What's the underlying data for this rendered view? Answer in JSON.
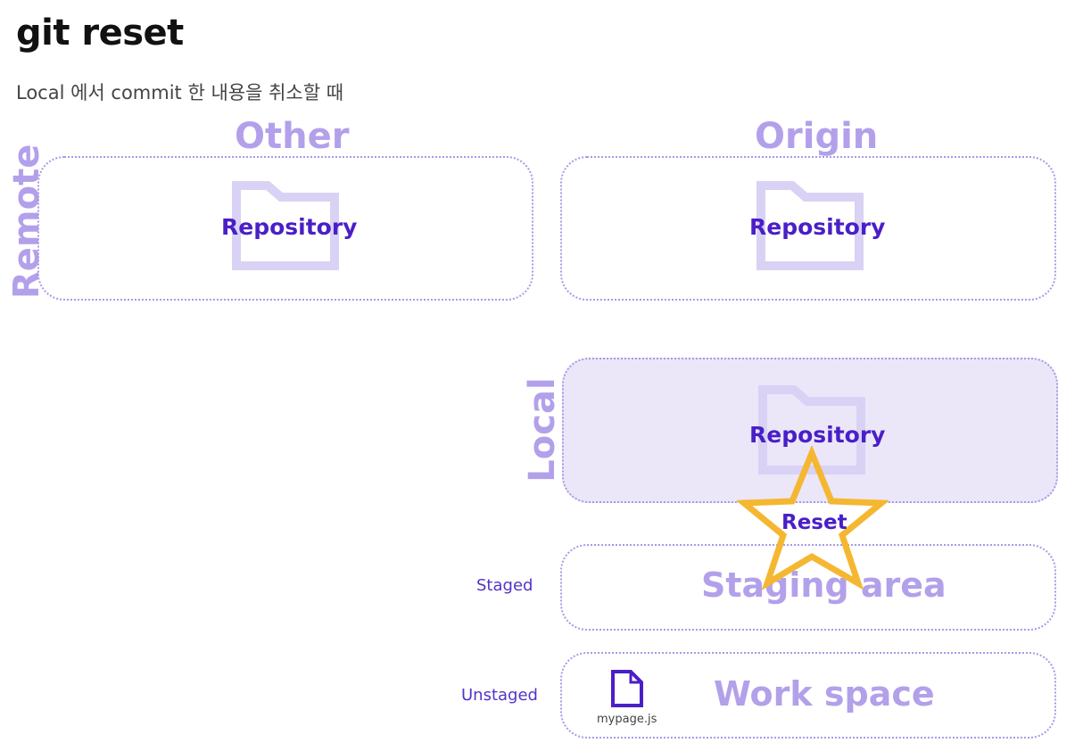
{
  "header": {
    "title": "git reset",
    "subtitle": "Local 에서 commit 한 내용을 취소할 때"
  },
  "remote": {
    "label": "Remote",
    "other": {
      "label": "Other",
      "repo_label": "Repository"
    },
    "origin": {
      "label": "Origin",
      "repo_label": "Repository"
    }
  },
  "local": {
    "label": "Local",
    "repo_label": "Repository",
    "reset_label": "Reset",
    "staging": {
      "label": "Staging area",
      "side_label": "Staged"
    },
    "workspace": {
      "label": "Work space",
      "side_label": "Unstaged",
      "file_name": "mypage.js"
    }
  },
  "colors": {
    "accent_light": "#b3a0ea",
    "accent_dark": "#4a1fc7",
    "folder": "#d9d2f5",
    "star": "#f5b731",
    "local_fill": "#ebe7f9"
  },
  "icons": [
    "folder-icon",
    "file-icon",
    "star-icon"
  ]
}
